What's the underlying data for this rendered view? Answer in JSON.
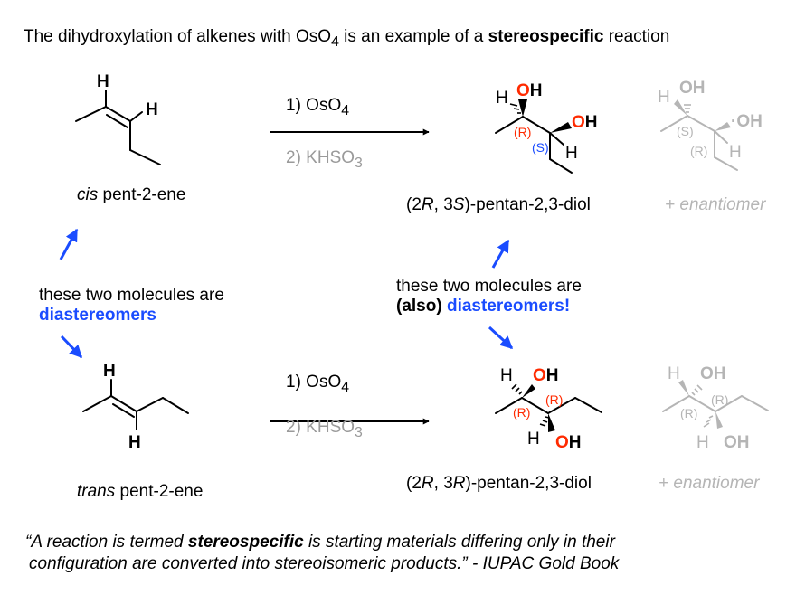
{
  "title": {
    "part1": "The dihydroxylation of alkenes with OsO",
    "sub": "4",
    "part2": " is an example of a ",
    "bold": "stereospecific",
    "part3": " reaction"
  },
  "reagents": {
    "step1_pre": "1) OsO",
    "step1_sub": "4",
    "step2_pre": "2) KHSO",
    "step2_sub": "3"
  },
  "cis_name": {
    "prefix": "cis",
    "rest": " pent-2-ene"
  },
  "trans_name": {
    "prefix": "trans",
    "rest": " pent-2-ene"
  },
  "prod_cis": {
    "p1": "(2",
    "r1": "R",
    "p2": ", 3",
    "r2": "S",
    "p3": ")-pentan-2,3-diol"
  },
  "prod_trans": {
    "p1": "(2",
    "r1": "R",
    "p2": ", 3",
    "r2": "R",
    "p3": ")-pentan-2,3-diol"
  },
  "enantiomer_label": "+ enantiomer",
  "left_note": {
    "line1": "these two molecules are",
    "line2": "diastereomers"
  },
  "right_note": {
    "line1": "these two molecules are",
    "line2_a": "(also)",
    "line2_b": " diastereomers!"
  },
  "atoms": {
    "H": "H",
    "OH": "OH",
    "R": "(R)",
    "S": "(S)"
  },
  "quote": {
    "open": "“A reaction is termed ",
    "bold": "stereospecific",
    "rest1": " is starting materials differing only in their",
    "line2": "configuration are converted into stereoisomeric products.” - IUPAC Gold Book"
  },
  "colors": {
    "black": "#000000",
    "red": "#ff2a00",
    "blue": "#1a4cff",
    "gray": "#9a9a9a",
    "light_gray": "#b5b5b5"
  }
}
